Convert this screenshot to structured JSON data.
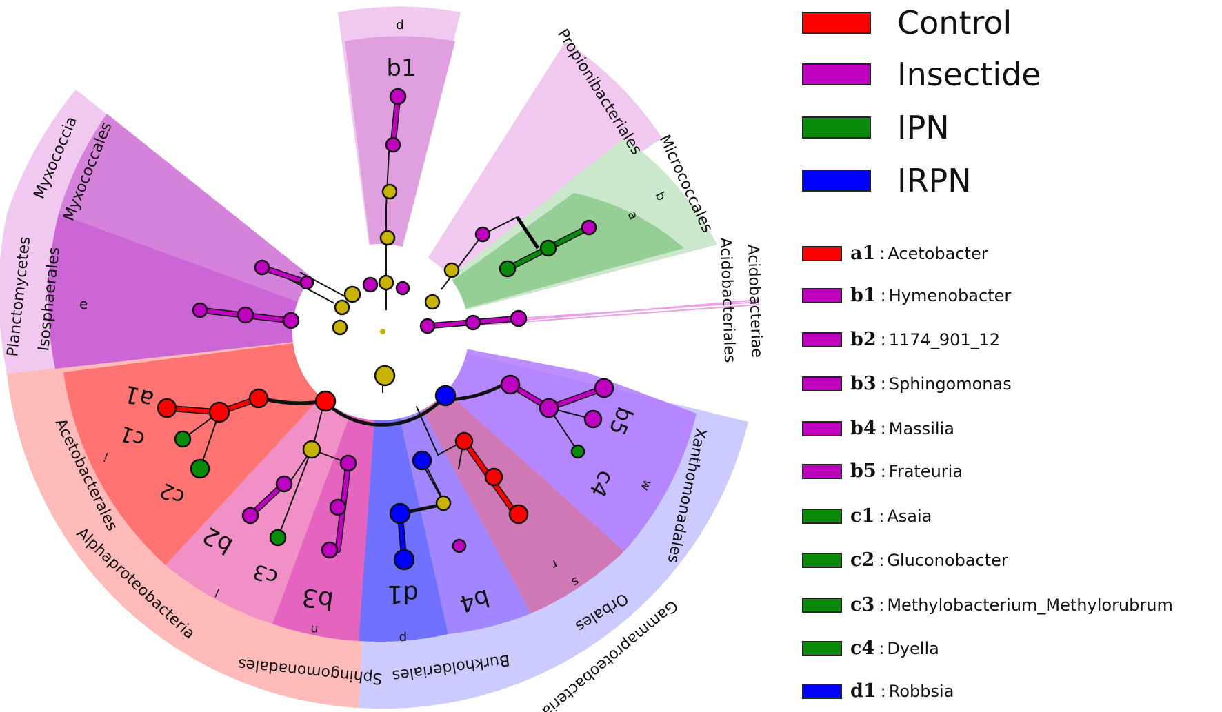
{
  "legend_groups": [
    {
      "label": "Control",
      "color": "#ff0000"
    },
    {
      "label": "Insectide",
      "color": "#c000c0"
    },
    {
      "label": "IPN",
      "color": "#0a8a0a"
    },
    {
      "label": "IRPN",
      "color": "#0000ff"
    }
  ],
  "legend_taxa": [
    {
      "id": "a1",
      "sep": ":",
      "name": "Acetobacter",
      "color": "#ff0000"
    },
    {
      "id": "b1",
      "sep": ":",
      "name": "Hymenobacter",
      "color": "#c000c0"
    },
    {
      "id": "b2",
      "sep": ":",
      "name": "1174_901_12",
      "color": "#c000c0"
    },
    {
      "id": "b3",
      "sep": ":",
      "name": "Sphingomonas",
      "color": "#c000c0"
    },
    {
      "id": "b4",
      "sep": ":",
      "name": "Massilia",
      "color": "#c000c0"
    },
    {
      "id": "b5",
      "sep": ":",
      "name": "Frateuria",
      "color": "#c000c0"
    },
    {
      "id": "c1",
      "sep": ":",
      "name": "Asaia",
      "color": "#0a8a0a"
    },
    {
      "id": "c2",
      "sep": ":",
      "name": "Gluconobacter",
      "color": "#0a8a0a"
    },
    {
      "id": "c3",
      "sep": ":",
      "name": "Methylobacterium_Methylorubrum",
      "color": "#0a8a0a"
    },
    {
      "id": "c4",
      "sep": ":",
      "name": "Dyella",
      "color": "#0a8a0a"
    },
    {
      "id": "d1",
      "sep": ":",
      "name": "Robbsia",
      "color": "#0000ff"
    }
  ],
  "labels": {
    "d_top": "d",
    "b1": "b1",
    "propionibacteriales": "Propionibacteriales",
    "micrococcales": "Micrococcales",
    "a": "a",
    "b": "b",
    "acidobacteriales": "Acidobacteriales",
    "acidobacteriae": "Acidobacteriae",
    "myxococcia": "Myxococcia",
    "myxococcales": "Myxococcales",
    "planctomycetes": "Planctomycetes",
    "isosphaerales": "Isosphaerales",
    "e": "e",
    "a1": "a1",
    "c1": "c1",
    "c2": "c2",
    "i": "i",
    "acetobacterales": "Acetobacterales",
    "alphaproteobacteria": "Alphaproteobacteria",
    "b2": "b2",
    "c3": "c3",
    "l": "l",
    "b3": "b3",
    "n": "n",
    "sphingomonadales": "Sphingomonadales",
    "d1": "d1",
    "p": "p",
    "burkholderiales": "Burkholderiales",
    "b4": "b4",
    "r": "r",
    "s": "s",
    "orbales": "Orbales",
    "gammaproteobacteria": "Gammaproteobacteria",
    "b5": "b5",
    "c4": "c4",
    "w": "w",
    "xanthomonadales": "Xanthomonadales"
  }
}
